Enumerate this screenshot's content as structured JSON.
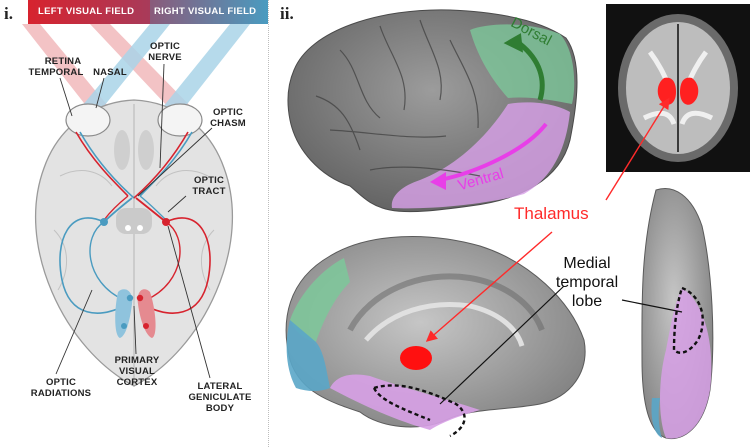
{
  "panel_i": {
    "numeral": "i.",
    "banner": {
      "left_visual_field": "LEFT VISUAL FIELD",
      "right_visual_field": "RIGHT VISUAL FIELD",
      "colors": {
        "left": "#d7232e",
        "right": "#4a9bc0"
      }
    },
    "labels": {
      "retina": "RETINA",
      "temporal": "TEMPORAL",
      "nasal": "NASAL",
      "optic_nerve_1": "OPTIC",
      "optic_nerve_2": "NERVE",
      "optic_chasm_1": "OPTIC",
      "optic_chasm_2": "CHASM",
      "optic_tract_1": "OPTIC",
      "optic_tract_2": "TRACT",
      "primary_visual_cortex_1": "PRIMARY",
      "primary_visual_cortex_2": "VISUAL",
      "primary_visual_cortex_3": "CORTEX",
      "optic_radiations_1": "OPTIC",
      "optic_radiations_2": "RADIATIONS",
      "lateral_geniculate_body_1": "LATERAL",
      "lateral_geniculate_body_2": "GENICULATE",
      "lateral_geniculate_body_3": "BODY"
    }
  },
  "panel_ii": {
    "numeral": "ii.",
    "labels": {
      "dorsal": "Dorsal",
      "ventral": "Ventral",
      "thalamus": "Thalamus",
      "medial_temporal_lobe_1": "Medial",
      "medial_temporal_lobe_2": "temporal",
      "medial_temporal_lobe_3": "lobe"
    },
    "colors": {
      "dorsal": "#2f7d32",
      "ventral": "#e83ee8",
      "thalamus": "#ff2a2a",
      "dorsal_region": "#7cc89a",
      "ventral_region": "#d7a0e6",
      "occipital_region": "#5aa6c8"
    }
  }
}
